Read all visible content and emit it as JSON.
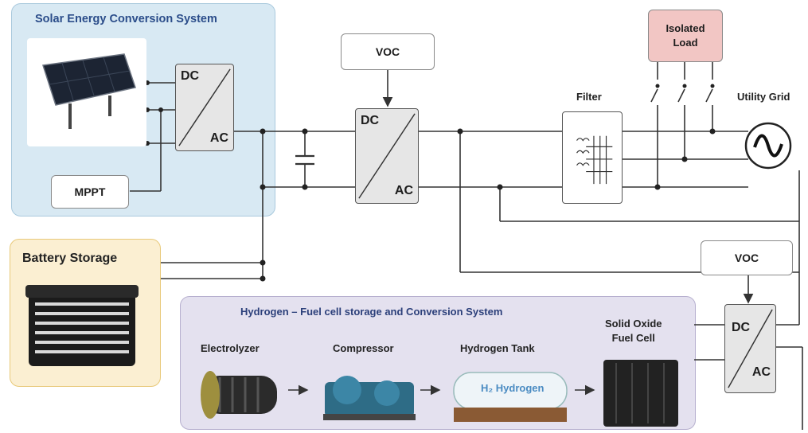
{
  "solar": {
    "title": "Solar Energy Conversion System",
    "mppt": "MPPT",
    "dc": "DC",
    "ac": "AC"
  },
  "battery": {
    "title": "Battery Storage"
  },
  "main_inverter": {
    "voc": "VOC",
    "dc": "DC",
    "ac": "AC"
  },
  "filter": {
    "label": "Filter"
  },
  "isolated_load": {
    "label_line1": "Isolated",
    "label_line2": "Load"
  },
  "utility_grid": {
    "label": "Utility Grid"
  },
  "fc_inverter": {
    "voc": "VOC",
    "dc": "DC",
    "ac": "AC"
  },
  "hydrogen": {
    "title": "Hydrogen – Fuel cell storage and Conversion System",
    "stages": [
      {
        "label": "Electrolyzer"
      },
      {
        "label": "Compressor"
      },
      {
        "label": "Hydrogen Tank",
        "tank_text": "H₂ Hydrogen"
      },
      {
        "label_line1": "Solid Oxide",
        "label_line2": "Fuel Cell"
      }
    ]
  },
  "colors": {
    "solar_bg": "#d8e9f3",
    "battery_bg": "#fbefd2",
    "hydrogen_bg": "#e4e1ef",
    "load_bg": "#f2c6c4",
    "wire": "#333333"
  },
  "icons": [
    "solar-panel-image",
    "battery-pack-image",
    "electrolyzer-image",
    "compressor-image",
    "hydrogen-tank-image",
    "fuel-cell-image",
    "ac-source-icon",
    "switch-icon",
    "capacitor-icon",
    "arrow-icon"
  ]
}
